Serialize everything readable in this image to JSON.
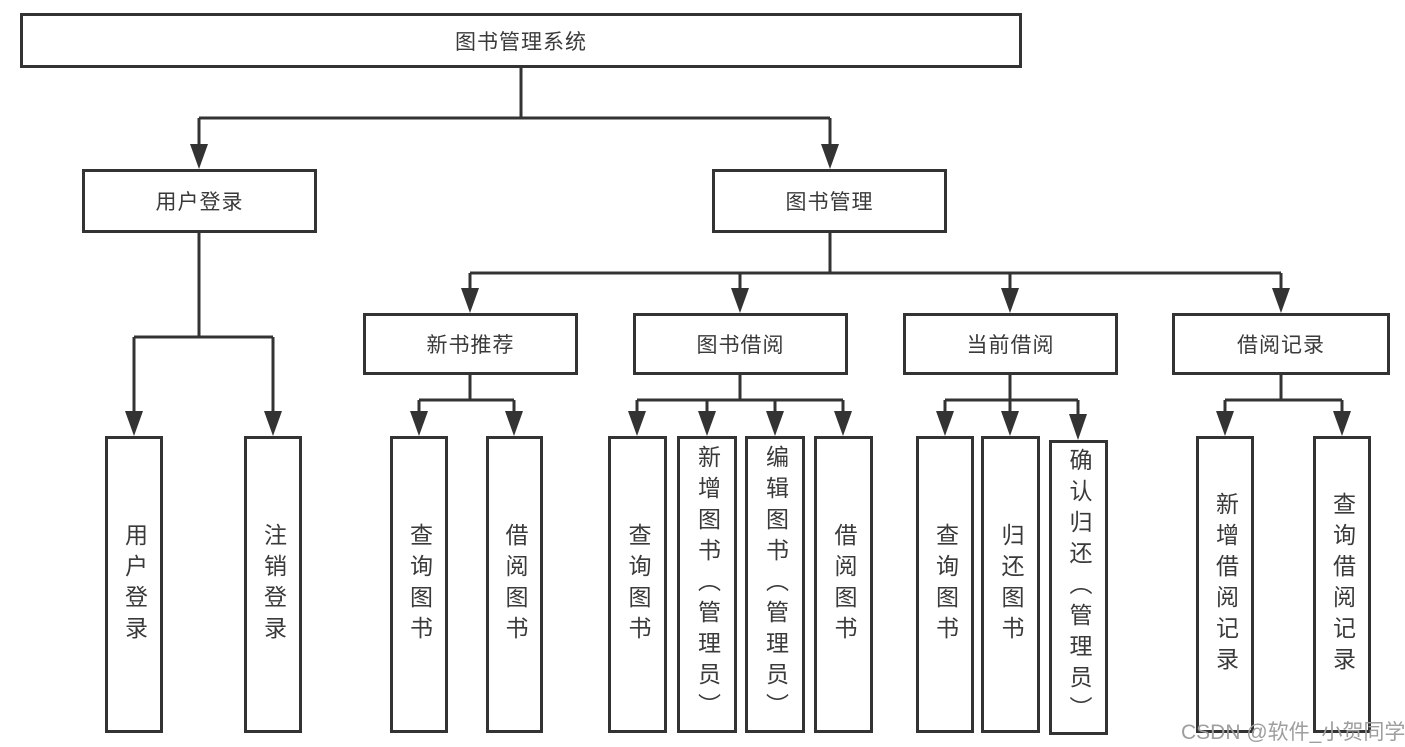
{
  "diagram_title": "图书管理系统",
  "tree": {
    "label": "图书管理系统",
    "children": [
      {
        "label": "用户登录",
        "children": [
          {
            "label": "用户登录"
          },
          {
            "label": "注销登录"
          }
        ]
      },
      {
        "label": "图书管理",
        "children": [
          {
            "label": "新书推荐",
            "children": [
              {
                "label": "查询图书"
              },
              {
                "label": "借阅图书"
              }
            ]
          },
          {
            "label": "图书借阅",
            "children": [
              {
                "label": "查询图书"
              },
              {
                "label": "新增图书（管理员）"
              },
              {
                "label": "编辑图书（管理员）"
              },
              {
                "label": "借阅图书"
              }
            ]
          },
          {
            "label": "当前借阅",
            "children": [
              {
                "label": "查询图书"
              },
              {
                "label": "归还图书"
              },
              {
                "label": "确认归还（管理员）"
              }
            ]
          },
          {
            "label": "借阅记录",
            "children": [
              {
                "label": "新增借阅记录"
              },
              {
                "label": "查询借阅记录"
              }
            ]
          }
        ]
      }
    ]
  },
  "watermark": {
    "text": "CSDN @软件_小贺同学"
  },
  "colors": {
    "line": "#333333",
    "box_border": "#333333",
    "box_background": "#ffffff",
    "text": "#3a3a3a",
    "watermark": "#9e9e9e",
    "page_background": "#ffffff"
  }
}
